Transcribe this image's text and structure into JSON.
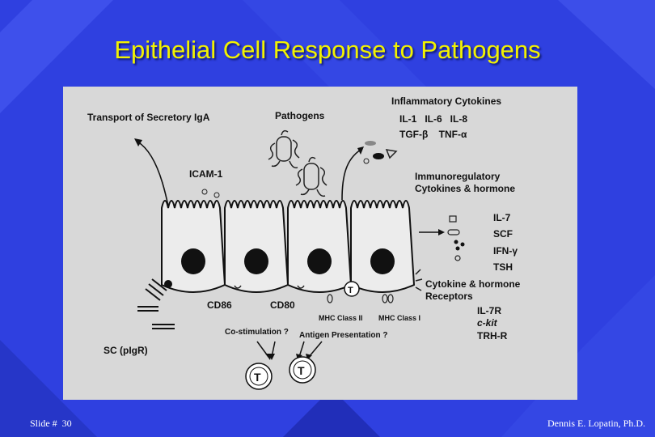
{
  "slide": {
    "title": "Epithelial Cell Response to Pathogens",
    "slide_number_label": "Slide #",
    "slide_number": "30",
    "author": "Dennis E. Lopatin, Ph.D."
  },
  "diagram": {
    "transport_label": "Transport of Secretory IgA",
    "pathogens_label": "Pathogens",
    "inflammatory_title": "Inflammatory Cytokines",
    "inflammatory_row1": "IL-1   IL-6   IL-8",
    "inflammatory_row2": "TGF-β    TNF-α",
    "icam_label": "ICAM-1",
    "immunoregulatory_line1": "Immunoregulatory",
    "immunoregulatory_line2": "Cytokines & hormone",
    "il7": "IL-7",
    "scf": "SCF",
    "ifn": "IFN-γ",
    "tsh": "TSH",
    "receptors_line1": "Cytokine & hormone",
    "receptors_line2": "Receptors",
    "il7r": "IL-7R",
    "ckit": "c-kit",
    "trhr": "TRH-R",
    "cd86": "CD86",
    "cd80": "CD80",
    "mhc2": "MHC Class II",
    "mhc1": "MHC Class I",
    "costim": "Co-stimulation ?",
    "antigen": "Antigen Presentation ?",
    "scpigr": "SC (pIgR)",
    "t_cell": "T"
  },
  "colors": {
    "background": "#2f40e0",
    "title": "#f2f200",
    "figure_bg": "#d8d8d8"
  }
}
